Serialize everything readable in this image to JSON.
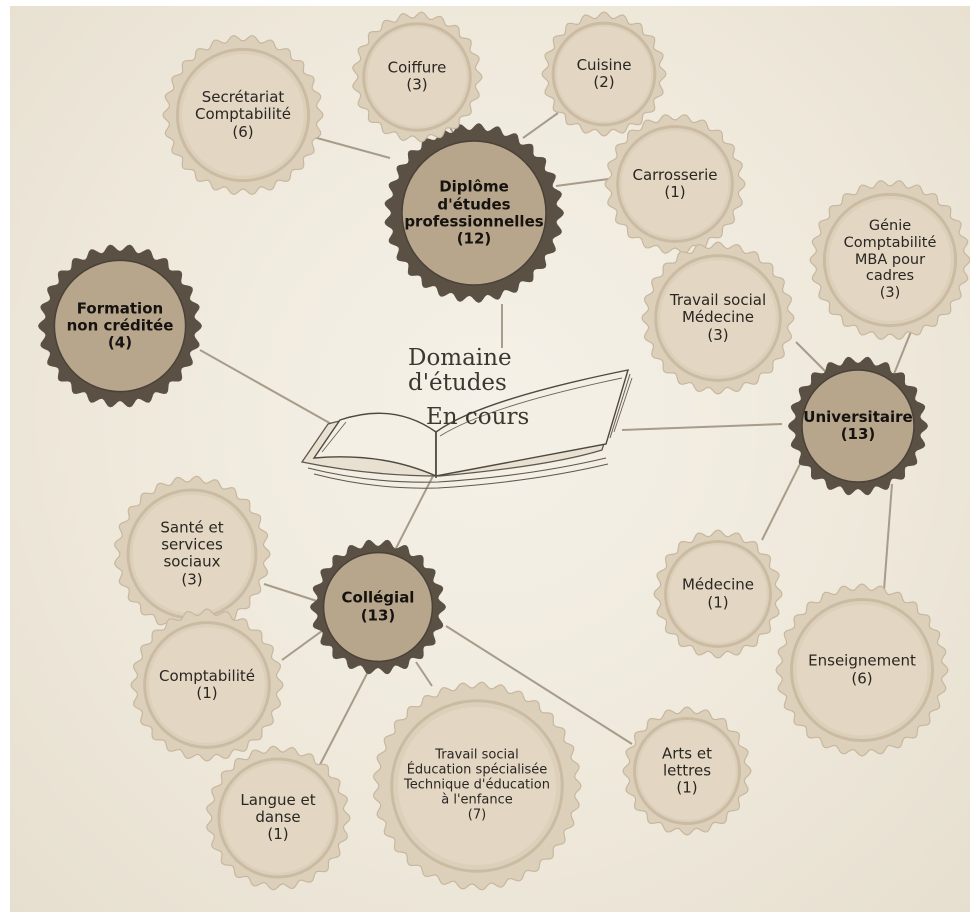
{
  "center": {
    "title": "Domaine\nd'études",
    "subtitle": "En cours"
  },
  "colors": {
    "minor_fill": "#e3d7c4",
    "minor_ring": "#ddd0bb",
    "minor_edge": "#c8b79e",
    "major_fill": "#b7a68c",
    "major_ring": "#5a5044",
    "connector": "#a79b89"
  },
  "groups": {
    "dep": {
      "label": "Diplôme d'études\nprofessionnelles\n(12)"
    },
    "formation": {
      "label": "Formation\nnon créditée\n(4)"
    },
    "universitaire": {
      "label": "Universitaire\n(13)"
    },
    "collegial": {
      "label": "Collégial\n(13)"
    }
  },
  "leaves": {
    "secretariat": "Secrétariat\nComptabilité\n(6)",
    "coiffure": "Coiffure\n(3)",
    "cuisine": "Cuisine\n(2)",
    "carrosserie": "Carrosserie\n(1)",
    "genie": "Génie\nComptabilité\nMBA pour\ncadres\n(3)",
    "travail_medecine": "Travail social\nMédecine\n(3)",
    "medecine": "Médecine\n(1)",
    "enseignement": "Enseignement\n(6)",
    "sante": "Santé et\nservices\nsociaux\n(3)",
    "comptabilite": "Comptabilité\n(1)",
    "langue": "Langue et\ndanse\n(1)",
    "travail_educ": "Travail social\nÉducation spécialisée\nTechnique d'éducation\nà l'enfance\n(7)",
    "arts": "Arts et\nlettres\n(1)"
  }
}
